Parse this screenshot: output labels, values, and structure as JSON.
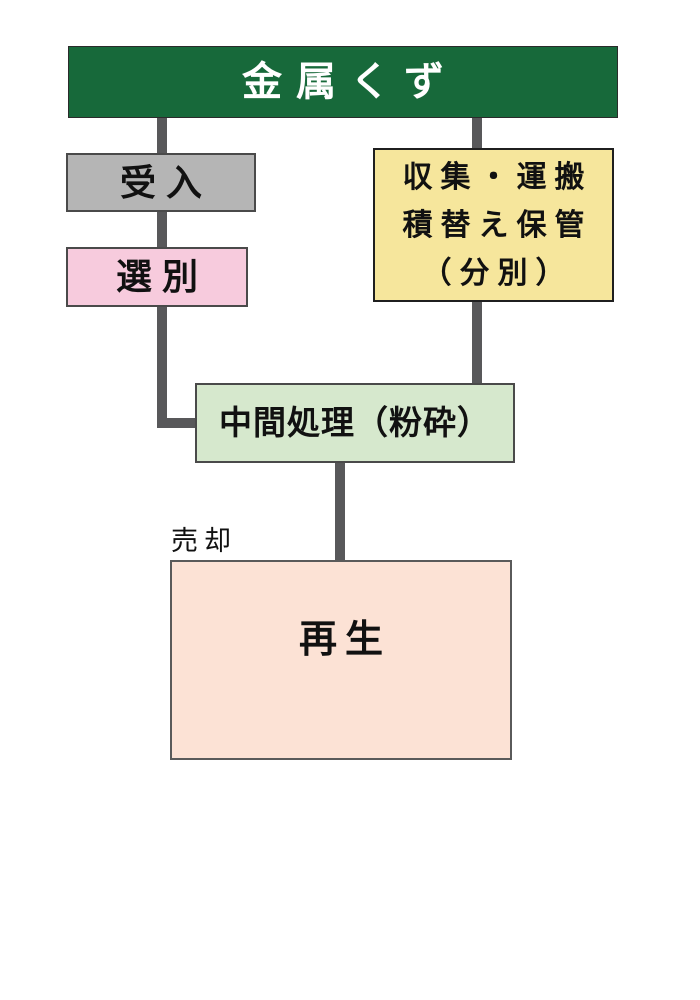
{
  "page": {
    "background": "#ffffff"
  },
  "diagram": {
    "connector_color": "#58585a",
    "source": {
      "label": "金属くず",
      "fill": "#17693a",
      "text_color": "#ffffff"
    },
    "left_branch": {
      "accept": {
        "label": "受入",
        "fill": "#b5b5b5"
      },
      "sort": {
        "label": "選別",
        "fill": "#f7cbdd"
      }
    },
    "right_branch": {
      "collect": {
        "lines": [
          "収集・運搬",
          "積替え保管",
          "（分別）"
        ],
        "fill": "#f6e69c"
      }
    },
    "intermediate": {
      "label": "中間処理（粉砕）",
      "fill": "#d6e8cd"
    },
    "recycle": {
      "label": "再生",
      "annotation": "売却",
      "fill": "#fce2d5"
    }
  }
}
